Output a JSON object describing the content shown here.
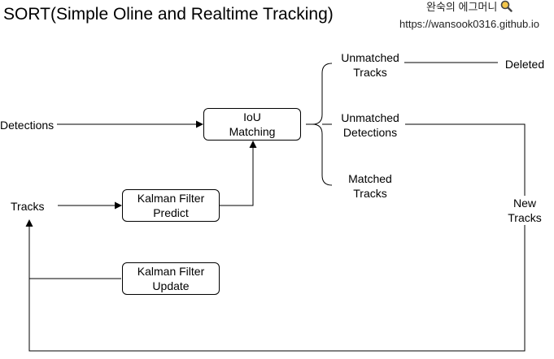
{
  "header": {
    "title": "SORT(Simple Oline and Realtime Tracking)",
    "watermark_name": "완숙의 에그머니",
    "watermark_url": "https://wansook0316.github.io"
  },
  "diagram": {
    "inputs": {
      "detections": "Detections",
      "tracks": "Tracks"
    },
    "nodes": {
      "iou_matching": [
        "IoU",
        "Matching"
      ],
      "kalman_predict": [
        "Kalman Filter",
        "Predict"
      ],
      "kalman_update": [
        "Kalman Filter",
        "Update"
      ]
    },
    "outcomes": {
      "unmatched_tracks": [
        "Unmatched",
        "Tracks"
      ],
      "unmatched_detections": [
        "Unmatched",
        "Detections"
      ],
      "matched_tracks": [
        "Matched",
        "Tracks"
      ],
      "deleted": "Deleted",
      "new_tracks": [
        "New",
        "Tracks"
      ]
    },
    "colors": {
      "line": "#000000",
      "background": "#ffffff"
    }
  }
}
